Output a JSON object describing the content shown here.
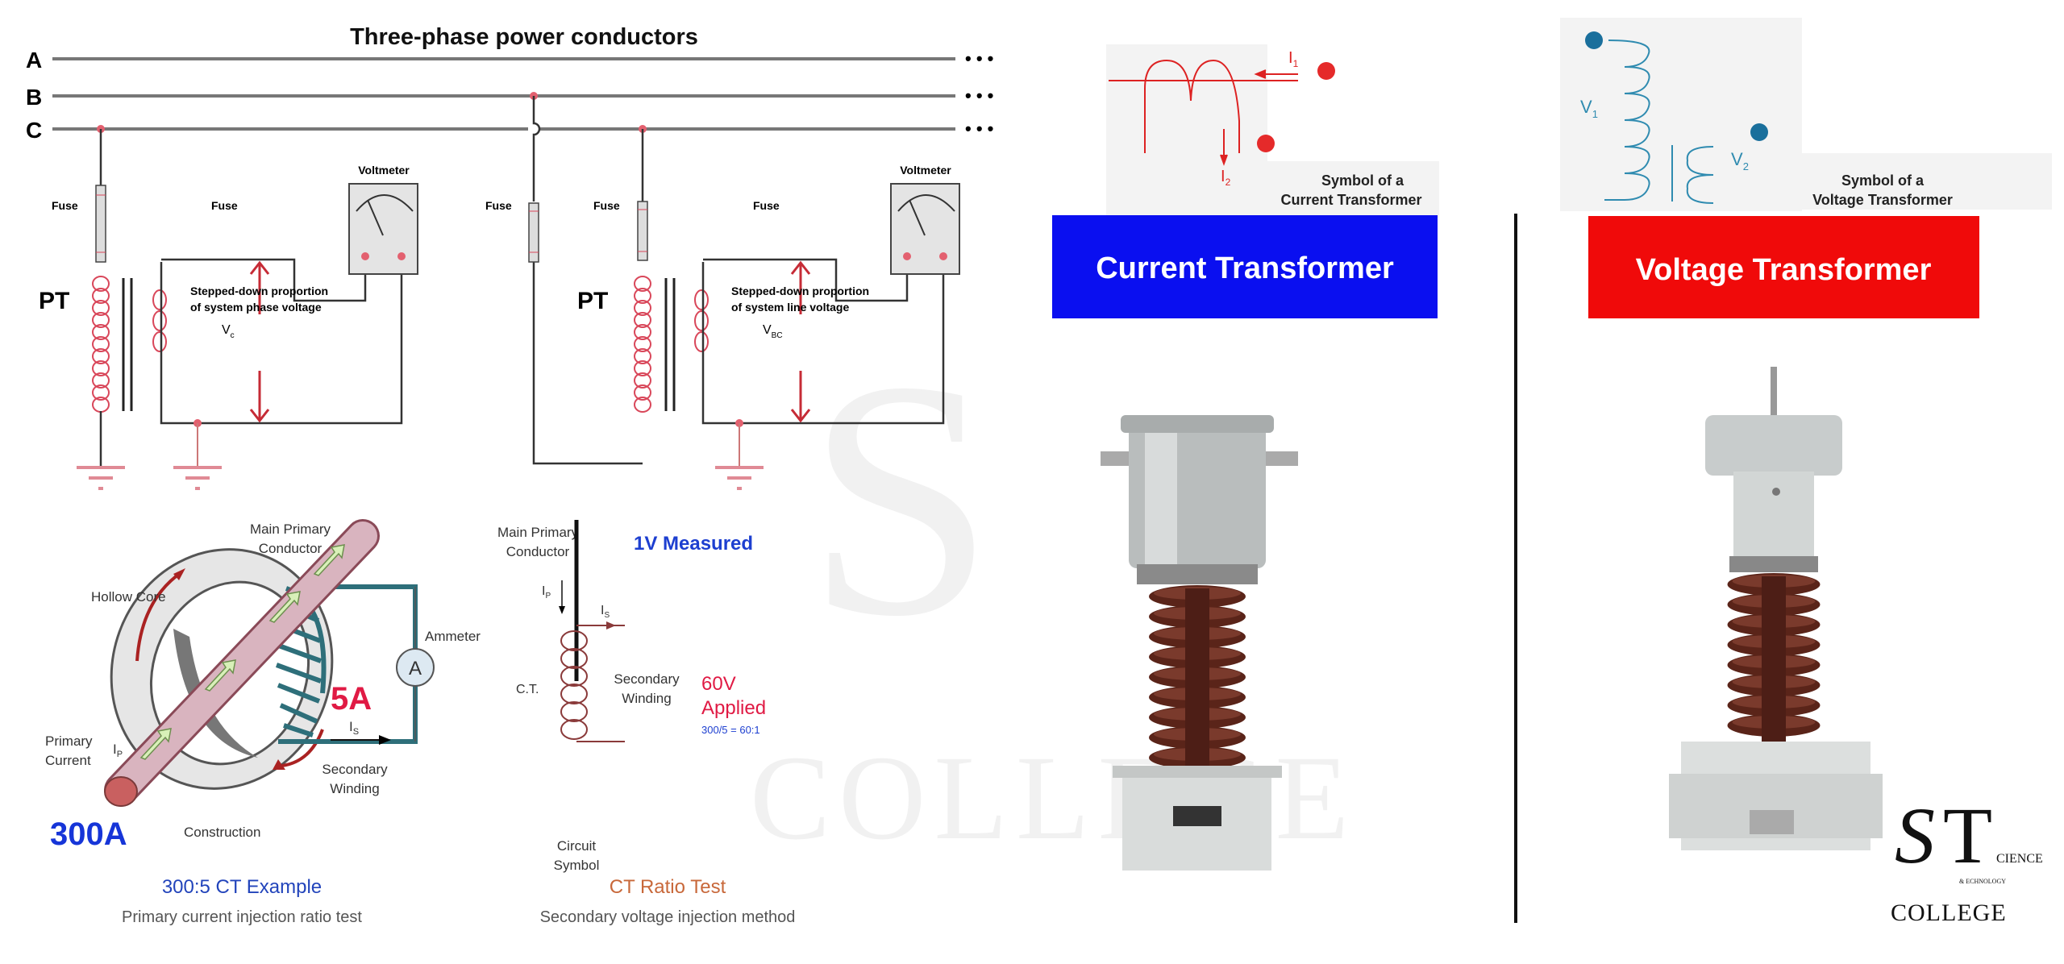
{
  "pt_diagram": {
    "title": "Three-phase power conductors",
    "phases": [
      "A",
      "B",
      "C"
    ],
    "continuation": "• • •",
    "left": {
      "fuse_primary": "Fuse",
      "fuse_secondary": "Fuse",
      "pt_label": "PT",
      "voltmeter": "Voltmeter",
      "desc_line1": "Stepped-down proportion",
      "desc_line2": "of system phase voltage",
      "voltage": "V",
      "voltage_sub": "c"
    },
    "middle": {
      "fuse": "Fuse"
    },
    "right": {
      "fuse_primary": "Fuse",
      "fuse_secondary": "Fuse",
      "pt_label": "PT",
      "voltmeter": "Voltmeter",
      "desc_line1": "Stepped-down proportion",
      "desc_line2": "of system line voltage",
      "voltage": "V",
      "voltage_sub": "BC"
    }
  },
  "ct_example": {
    "main_primary_1": "Main Primary",
    "main_primary_2": "Conductor",
    "hollow_core": "Hollow Core",
    "ammeter": "Ammeter",
    "ammeter_symbol": "A",
    "secondary_current_value": "5A",
    "is_label": "I",
    "is_sub": "S",
    "primary_current_1": "Primary",
    "primary_current_2": "Current",
    "ip_label": "I",
    "ip_sub": "P",
    "secondary_winding_1": "Secondary",
    "secondary_winding_2": "Winding",
    "primary_current_value": "300A",
    "construction": "Construction",
    "title": "300:5 CT Example",
    "subtitle": "Primary current injection ratio test"
  },
  "ct_ratio_test": {
    "main_primary_1": "Main Primary",
    "main_primary_2": "Conductor",
    "measured": "1V Measured",
    "ip_label": "I",
    "ip_sub": "P",
    "is_label": "I",
    "is_sub": "S",
    "ct_label": "C.T.",
    "secondary_winding_1": "Secondary",
    "secondary_winding_2": "Winding",
    "applied_1": "60V",
    "applied_2": "Applied",
    "ratio": "300/5 = 60:1",
    "circuit_symbol_1": "Circuit",
    "circuit_symbol_2": "Symbol",
    "title": "CT Ratio Test",
    "subtitle": "Secondary voltage injection method"
  },
  "current_transformer": {
    "i1": "I",
    "i1_sub": "1",
    "i2": "I",
    "i2_sub": "2",
    "symbol_caption_1": "Symbol of a",
    "symbol_caption_2": "Current Transformer",
    "banner": "Current Transformer",
    "banner_color": "#0a0ff0"
  },
  "voltage_transformer": {
    "v1": "V",
    "v1_sub": "1",
    "v2": "V",
    "v2_sub": "2",
    "symbol_caption_1": "Symbol of a",
    "symbol_caption_2": "Voltage Transformer",
    "banner": "Voltage Transformer",
    "banner_color": "#f00a0a"
  },
  "logo": {
    "letters": "ST",
    "line1": "CIENCE",
    "line2": "& ECHNOLOGY",
    "line3": "COLLEGE"
  }
}
